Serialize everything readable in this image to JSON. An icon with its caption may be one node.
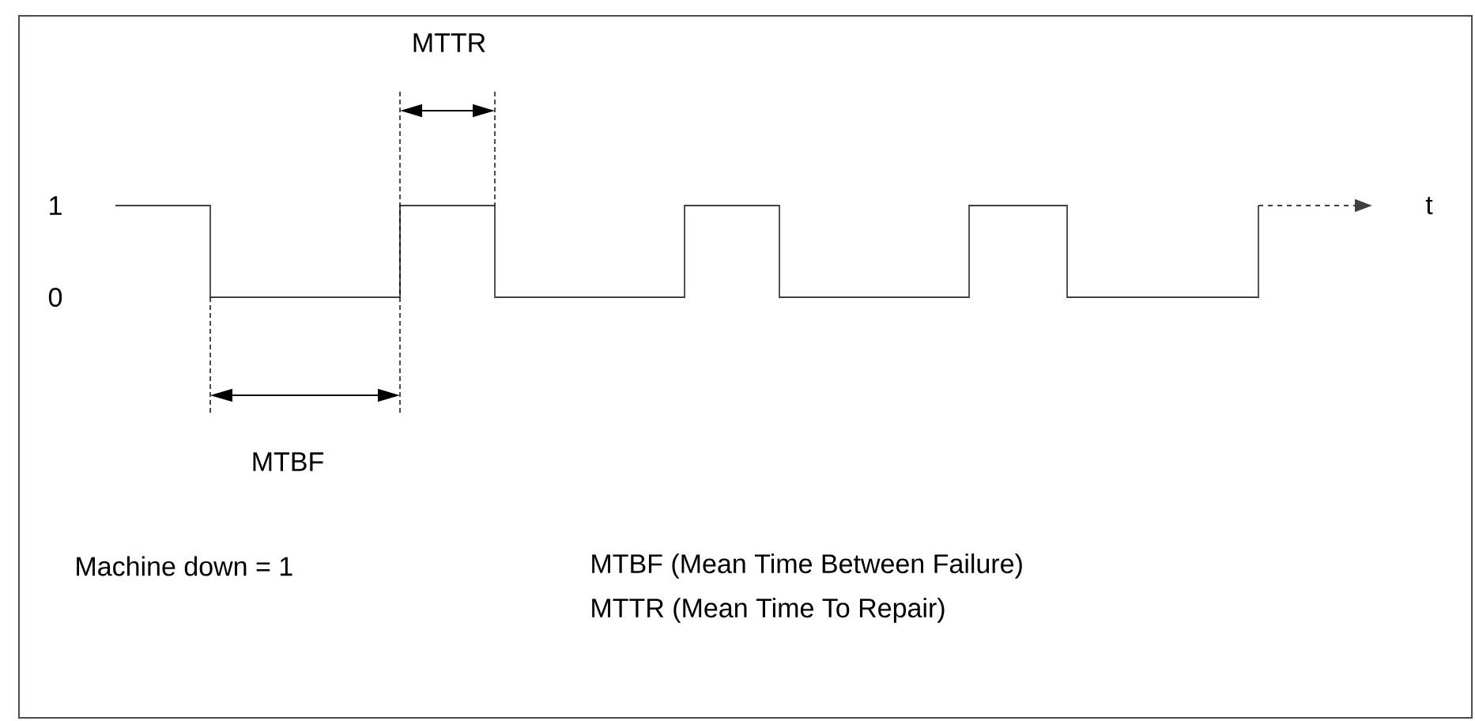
{
  "diagram": {
    "labels": [
      "MTTR",
      "1",
      "t",
      "0",
      "MTBF",
      "Machine down = 1",
      "MTBF (Mean Time Between Failure)",
      "MTTR (Mean Time To Repair)"
    ]
  }
}
